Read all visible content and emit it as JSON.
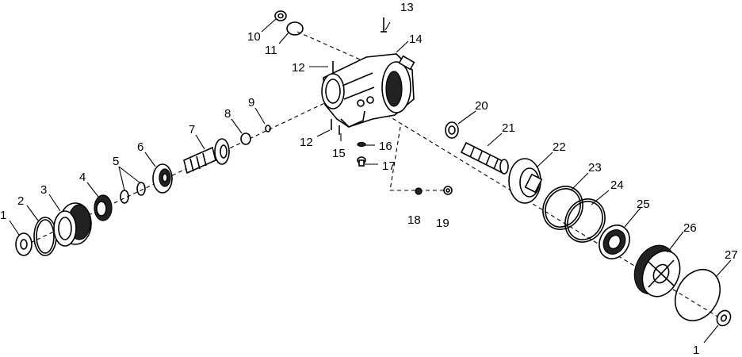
{
  "callouts": [
    {
      "id": "c1a",
      "text": "1"
    },
    {
      "id": "c2",
      "text": "2"
    },
    {
      "id": "c3",
      "text": "3"
    },
    {
      "id": "c4",
      "text": "4"
    },
    {
      "id": "c5",
      "text": "5"
    },
    {
      "id": "c6",
      "text": "6"
    },
    {
      "id": "c7",
      "text": "7"
    },
    {
      "id": "c8",
      "text": "8"
    },
    {
      "id": "c9",
      "text": "9"
    },
    {
      "id": "c10",
      "text": "10"
    },
    {
      "id": "c11",
      "text": "11"
    },
    {
      "id": "c12a",
      "text": "12"
    },
    {
      "id": "c12b",
      "text": "12"
    },
    {
      "id": "c13",
      "text": "13"
    },
    {
      "id": "c14",
      "text": "14"
    },
    {
      "id": "c15",
      "text": "15"
    },
    {
      "id": "c16",
      "text": "16"
    },
    {
      "id": "c17",
      "text": "17"
    },
    {
      "id": "c18",
      "text": "18"
    },
    {
      "id": "c19",
      "text": "19"
    },
    {
      "id": "c20",
      "text": "20"
    },
    {
      "id": "c21",
      "text": "21"
    },
    {
      "id": "c22",
      "text": "22"
    },
    {
      "id": "c23",
      "text": "23"
    },
    {
      "id": "c24",
      "text": "24"
    },
    {
      "id": "c25",
      "text": "25"
    },
    {
      "id": "c26",
      "text": "26"
    },
    {
      "id": "c27",
      "text": "27"
    },
    {
      "id": "c1b",
      "text": "1"
    }
  ]
}
